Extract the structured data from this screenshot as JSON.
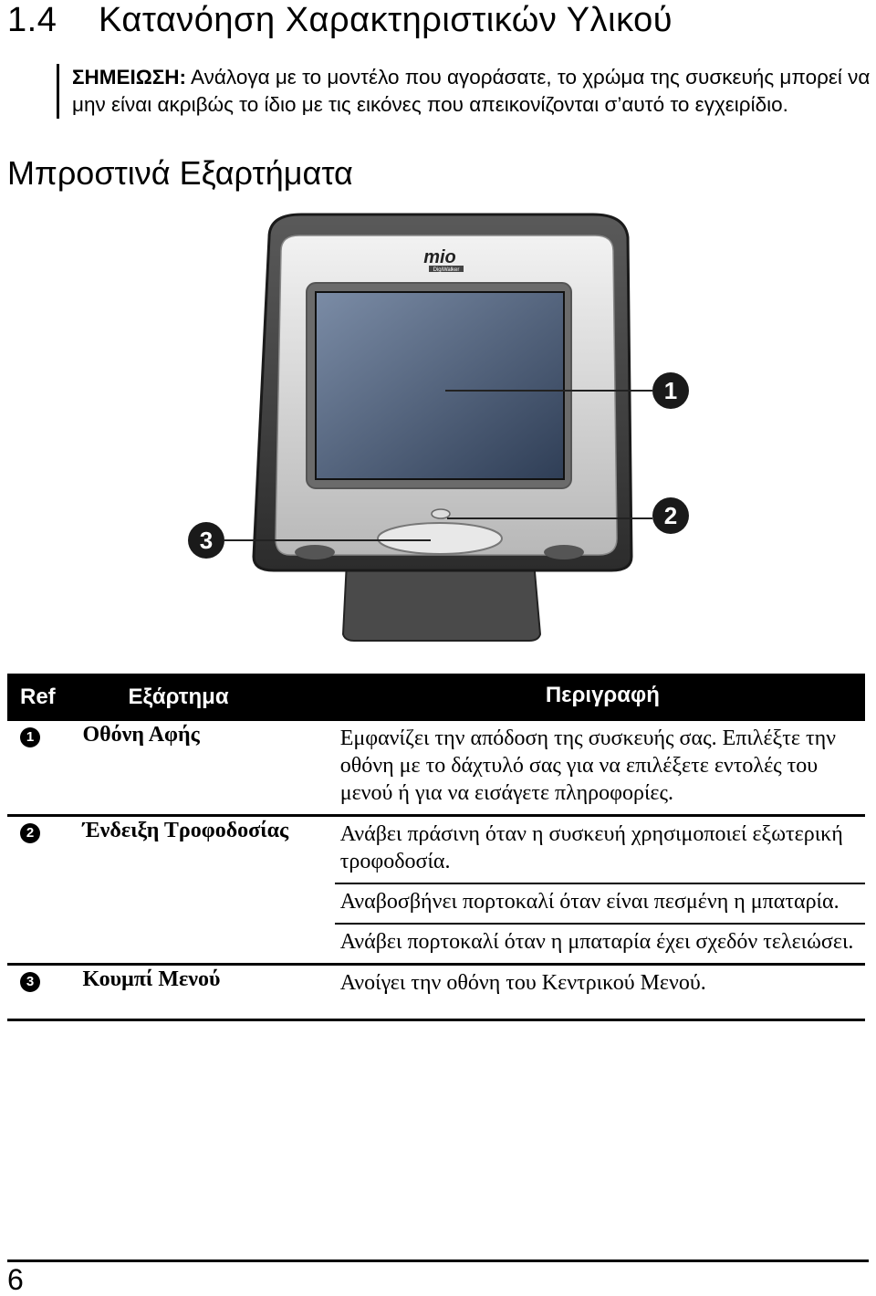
{
  "header": {
    "section_number": "1.4",
    "section_title": "Κατανόηση Χαρακτηριστικών Υλικού"
  },
  "note": {
    "label": "ΣΗΜΕΙΩΣΗ:",
    "text": " Ανάλογα με το μοντέλο που αγοράσατε, το χρώμα της συσκευής μπορεί να μην είναι ακριβώς το ίδιο με τις εικόνες που απεικονίζονται σ’αυτό το εγχειρίδιο."
  },
  "subheading": "Μπροστινά Εξαρτήματα",
  "device_figure": {
    "brand_logo": "mio",
    "logo_subtext": "DigiWalker",
    "screen_colors": [
      "#7b8ca6",
      "#2f3e56"
    ],
    "callouts": [
      "1",
      "2",
      "3"
    ]
  },
  "table": {
    "headers": {
      "ref": "Ref",
      "part": "Εξάρτημα",
      "description": "Περιγραφή"
    },
    "rows": [
      {
        "ref": "1",
        "part": "Οθόνη Αφής",
        "descriptions": [
          "Εμφανίζει την απόδοση της συσκευής σας. Επιλέξτε την οθόνη με το δάχτυλό σας για να επιλέξετε εντολές του μενού ή για να εισάγετε πληροφορίες."
        ]
      },
      {
        "ref": "2",
        "part": "Ένδειξη Τροφοδοσίας",
        "descriptions": [
          "Ανάβει πράσινη όταν η συσκευή χρησιμοποιεί εξωτερική τροφοδοσία.",
          "Αναβοσβήνει πορτοκαλί όταν είναι πεσμένη η μπαταρία.",
          "Ανάβει πορτοκαλί όταν η μπαταρία έχει σχεδόν τελειώσει."
        ]
      },
      {
        "ref": "3",
        "part": "Κουμπί Μενού",
        "descriptions": [
          "Ανοίγει την οθόνη του Κεντρικού Μενού."
        ]
      }
    ]
  },
  "footer": {
    "page_number": "6"
  }
}
